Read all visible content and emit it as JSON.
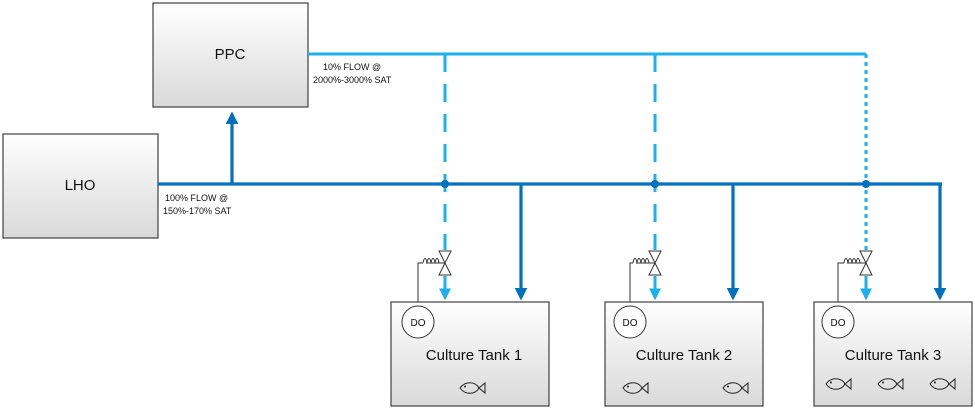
{
  "units": {
    "ppc": {
      "label": "PPC"
    },
    "lho": {
      "label": "LHO"
    }
  },
  "flows": {
    "ppc_flow": {
      "line1": "10% FLOW @",
      "line2": "2000%-3000% SAT"
    },
    "lho_flow": {
      "line1": "100% FLOW @",
      "line2": "150%-170% SAT"
    }
  },
  "tanks": [
    {
      "label": "Culture Tank 1",
      "do_label": "DO",
      "fish_count": 1
    },
    {
      "label": "Culture Tank 2",
      "do_label": "DO",
      "fish_count": 2
    },
    {
      "label": "Culture Tank 3",
      "do_label": "DO",
      "fish_count": 3
    }
  ],
  "colors": {
    "main_line": "#0070c0",
    "ppc_line": "#1cb0ec",
    "box_stroke": "#404040",
    "box_fill_top": "#ffffff",
    "box_fill_bottom": "#d9d9d9"
  }
}
